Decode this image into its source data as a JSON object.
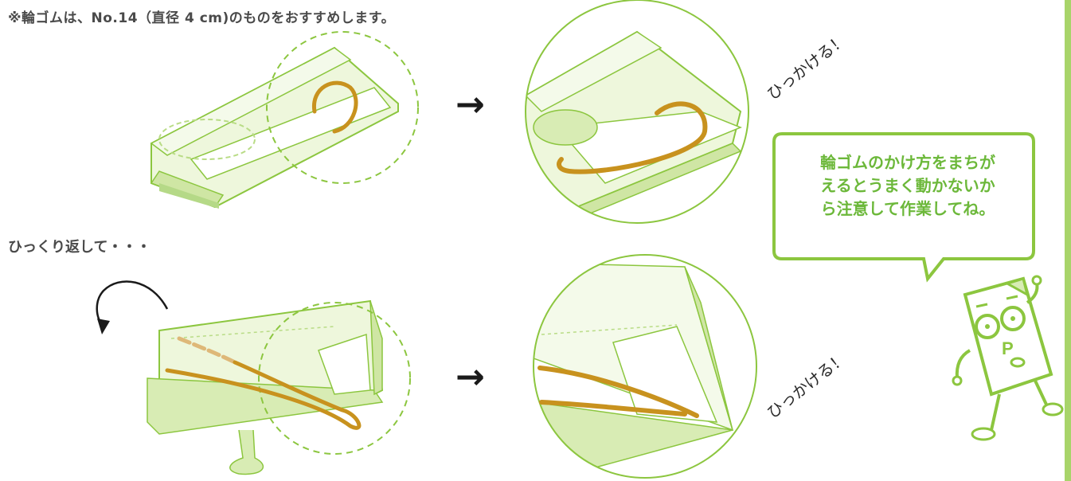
{
  "header": {
    "note": "※輪ゴムは、No.14（直径 4 cm)のものをおすすめします。"
  },
  "steps": {
    "flip_label": "ひっくり返して・・・",
    "hook_label_1": "ひっかける！",
    "hook_label_2": "ひっかける！",
    "arrow_1": "→",
    "arrow_2": "→"
  },
  "speech_bubble": {
    "line1": "輪ゴムのかけ方をまちが",
    "line2": "えるとうまく動かないか",
    "line3": "ら注意して作業してね。"
  },
  "colors": {
    "green": "#8cc63f",
    "light_green": "#e6f2cc",
    "rubber_band": "#c8921e",
    "text": "#4a4a4a"
  }
}
